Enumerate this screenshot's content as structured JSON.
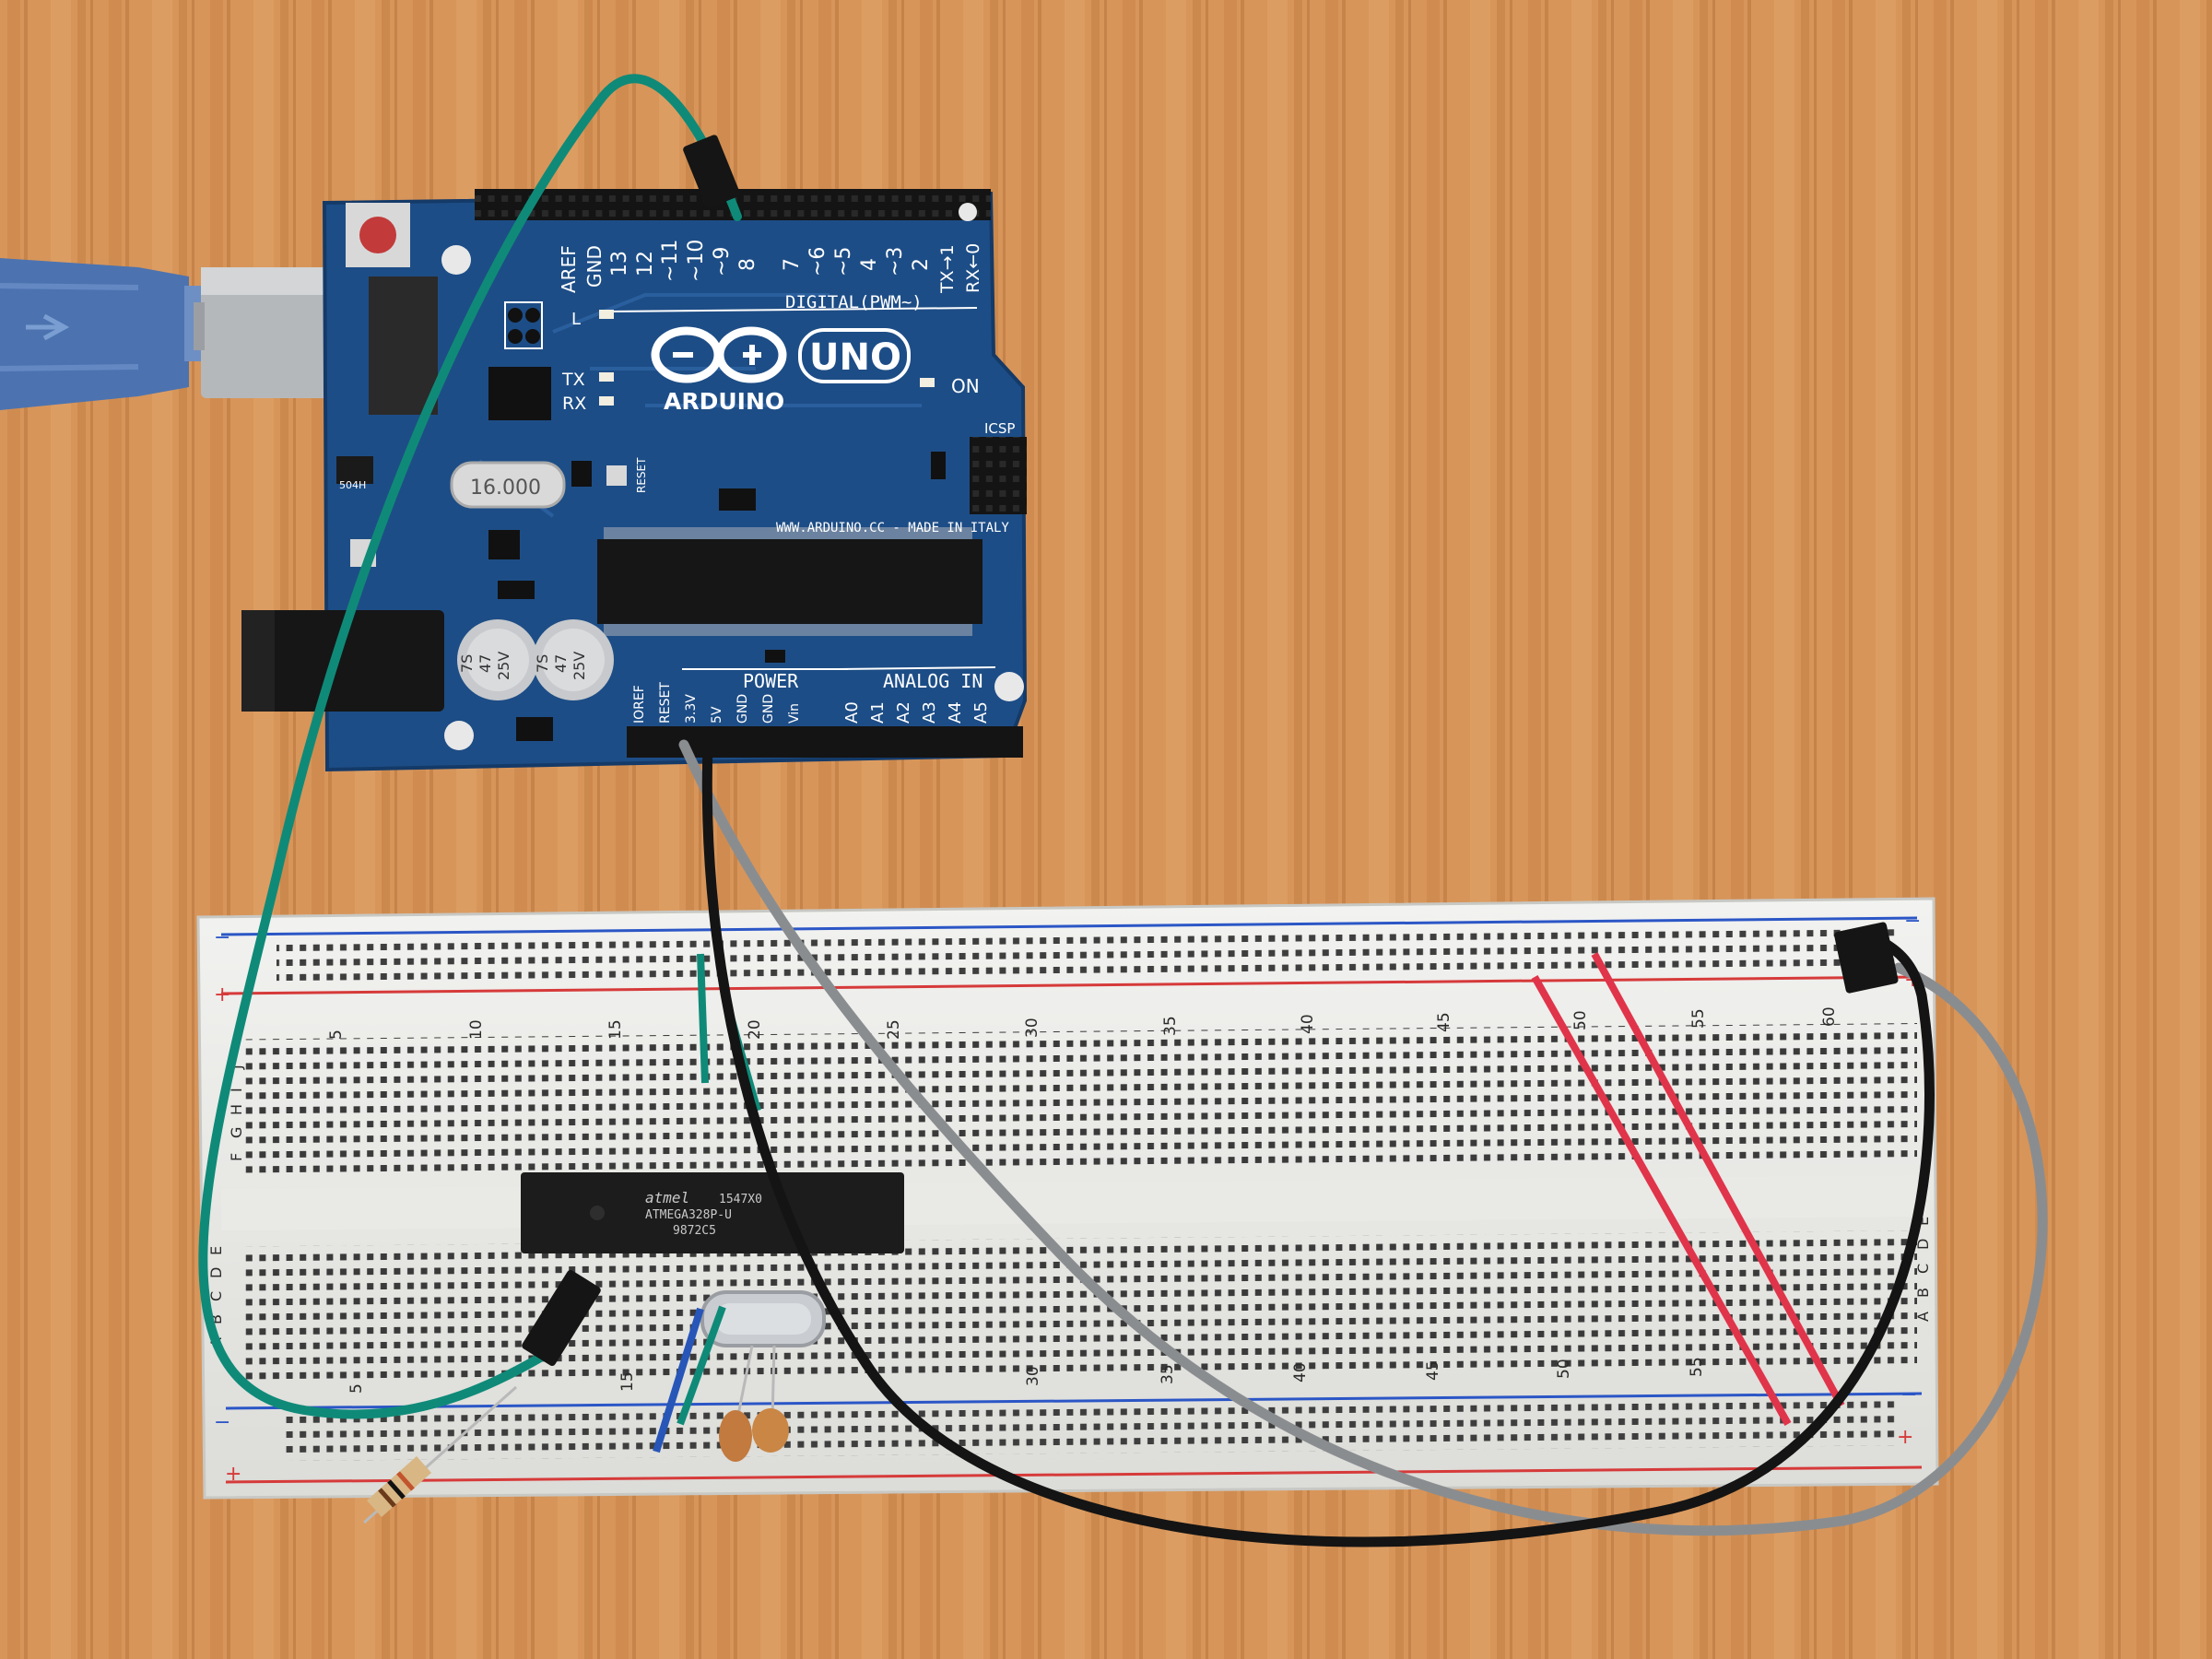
{
  "photo": {
    "board": {
      "brand": "ARDUINO",
      "model": "UNO",
      "aref_label": "AREF",
      "gnd_label": "GND",
      "digital_pins": [
        "13",
        "12",
        "~11",
        "~10",
        "~9",
        "8",
        "7",
        "~6",
        "~5",
        "4",
        "~3",
        "2",
        "TX→1",
        "RX←0"
      ],
      "digital_label": "DIGITAL(PWM~)",
      "l_label": "L",
      "tx_label": "TX",
      "rx_label": "RX",
      "on_label": "ON",
      "icsp_label": "ICSP",
      "crystal_label": "16.000",
      "website": "WWW.ARDUINO.CC - MADE IN ITALY",
      "reset_label": "RESET",
      "capacitor_label_1": "7S",
      "capacitor_label_2": "47",
      "capacitor_label_3": "25V",
      "regulator_label": "504H",
      "power_label": "POWER",
      "analog_label": "ANALOG IN",
      "power_pins": [
        "IOREF",
        "RESET",
        "3.3V",
        "5V",
        "GND",
        "GND",
        "Vin"
      ],
      "analog_pins": [
        "A0",
        "A1",
        "A2",
        "A3",
        "A4",
        "A5"
      ]
    },
    "breadboard": {
      "column_numbers": [
        "5",
        "10",
        "15",
        "20",
        "25",
        "30",
        "35",
        "40",
        "45",
        "50",
        "55",
        "60"
      ],
      "row_letters_top": [
        "J",
        "I",
        "H",
        "G",
        "F"
      ],
      "row_letters_bottom": [
        "E",
        "D",
        "C",
        "B",
        "A"
      ],
      "rail_plus": "+",
      "rail_minus": "−"
    },
    "ic": {
      "maker": "atmel",
      "line1": "1547X0",
      "line2": "ATMEGA328P-U",
      "line3": "9872C5"
    },
    "colors": {
      "wood": "#d7955a",
      "pcb": "#1d4d86",
      "wire_teal": "#0f8a78",
      "wire_black": "#141414",
      "wire_gray": "#8a8d90",
      "wire_red": "#e0344a",
      "wire_blue": "#2756b8",
      "usb_cable": "#4c73b0"
    }
  }
}
